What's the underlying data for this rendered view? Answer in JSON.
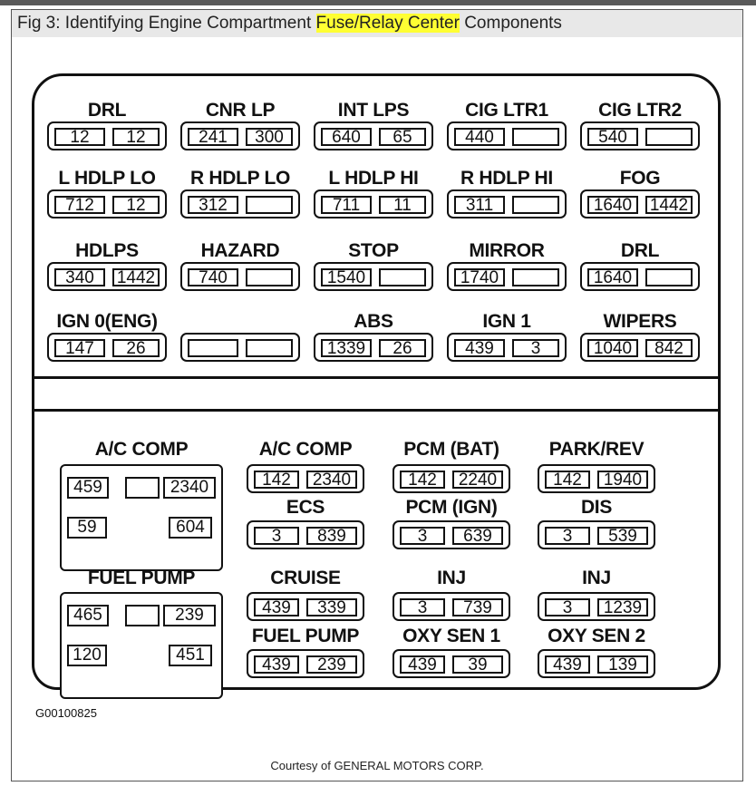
{
  "title": {
    "prefix": "Fig 3: Identifying Engine Compartment ",
    "highlight": "Fuse/Relay Center",
    "suffix": " Components"
  },
  "diagram_code": "G00100825",
  "credit": "Courtesy of GENERAL MOTORS CORP.",
  "upper_rows": [
    [
      {
        "label": "DRL",
        "values": [
          "12",
          "12"
        ]
      },
      {
        "label": "CNR LP",
        "values": [
          "241",
          "300"
        ]
      },
      {
        "label": "INT LPS",
        "values": [
          "640",
          "65"
        ]
      },
      {
        "label": "CIG LTR1",
        "values": [
          "440",
          ""
        ]
      },
      {
        "label": "CIG LTR2",
        "values": [
          "540",
          ""
        ]
      }
    ],
    [
      {
        "label": "L HDLP LO",
        "values": [
          "712",
          "12"
        ]
      },
      {
        "label": "R HDLP LO",
        "values": [
          "312",
          ""
        ]
      },
      {
        "label": "L HDLP HI",
        "values": [
          "711",
          "11"
        ]
      },
      {
        "label": "R HDLP HI",
        "values": [
          "311",
          ""
        ]
      },
      {
        "label": "FOG",
        "values": [
          "1640",
          "1442"
        ]
      }
    ],
    [
      {
        "label": "HDLPS",
        "values": [
          "340",
          "1442"
        ]
      },
      {
        "label": "HAZARD",
        "values": [
          "740",
          ""
        ]
      },
      {
        "label": "STOP",
        "values": [
          "1540",
          ""
        ]
      },
      {
        "label": "MIRROR",
        "values": [
          "1740",
          ""
        ]
      },
      {
        "label": "DRL",
        "values": [
          "1640",
          ""
        ]
      }
    ],
    [
      {
        "label": "IGN 0(ENG)",
        "values": [
          "147",
          "26"
        ]
      },
      {
        "label": "",
        "values": [
          "",
          ""
        ]
      },
      {
        "label": "ABS",
        "values": [
          "1339",
          "26"
        ]
      },
      {
        "label": "IGN 1",
        "values": [
          "439",
          "3"
        ]
      },
      {
        "label": "WIPERS",
        "values": [
          "1040",
          "842"
        ]
      }
    ]
  ],
  "relays": [
    {
      "label": "A/C COMP",
      "values": [
        "459",
        "",
        "2340",
        "59",
        "604"
      ]
    },
    {
      "label": "FUEL PUMP",
      "values": [
        "465",
        "",
        "239",
        "120",
        "451"
      ]
    }
  ],
  "lower_rows": [
    [
      {
        "label": "A/C COMP",
        "values": [
          "142",
          "2340"
        ]
      },
      {
        "label": "PCM (BAT)",
        "values": [
          "142",
          "2240"
        ]
      },
      {
        "label": "PARK/REV",
        "values": [
          "142",
          "1940"
        ]
      }
    ],
    [
      {
        "label": "ECS",
        "values": [
          "3",
          "839"
        ]
      },
      {
        "label": "PCM (IGN)",
        "values": [
          "3",
          "639"
        ]
      },
      {
        "label": "DIS",
        "values": [
          "3",
          "539"
        ]
      }
    ],
    [
      {
        "label": "CRUISE",
        "values": [
          "439",
          "339"
        ]
      },
      {
        "label": "INJ",
        "values": [
          "3",
          "739"
        ]
      },
      {
        "label": "INJ",
        "values": [
          "3",
          "1239"
        ]
      }
    ],
    [
      {
        "label": "FUEL PUMP",
        "values": [
          "439",
          "239"
        ]
      },
      {
        "label": "OXY SEN 1",
        "values": [
          "439",
          "39"
        ]
      },
      {
        "label": "OXY SEN 2",
        "values": [
          "439",
          "139"
        ]
      }
    ]
  ]
}
